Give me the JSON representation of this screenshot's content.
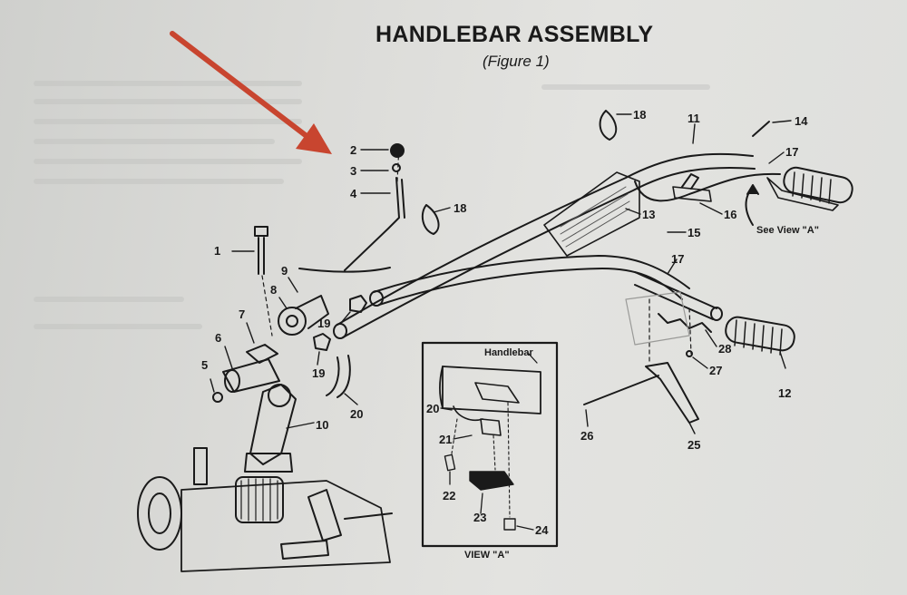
{
  "figure": {
    "title": "HANDLEBAR ASSEMBLY",
    "subtitle": "(Figure 1)"
  },
  "callouts": [
    "1",
    "2",
    "3",
    "4",
    "5",
    "6",
    "7",
    "8",
    "9",
    "10",
    "11",
    "12",
    "13",
    "14",
    "15",
    "16",
    "17",
    "17",
    "18",
    "18",
    "19",
    "19",
    "20",
    "20",
    "21",
    "22",
    "23",
    "24",
    "25",
    "26",
    "27",
    "28"
  ],
  "see_view": "See View \"A\"",
  "inset": {
    "label": "Handlebar",
    "caption": "VIEW \"A\""
  },
  "colors": {
    "arrow": "#c8452f",
    "ink": "#1a1a1a",
    "paper": "#dcdcd9"
  }
}
